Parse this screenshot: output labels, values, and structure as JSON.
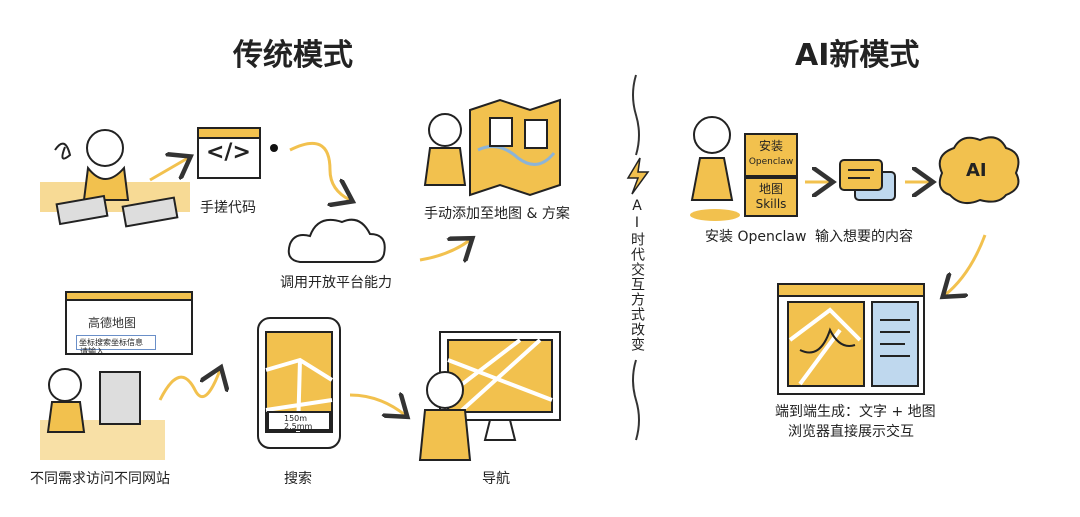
{
  "traditional": {
    "title": "传统模式",
    "steps": [
      {
        "label": "手搓代码",
        "code_glyph": "</>"
      },
      {
        "label": "调用开放平台能力"
      },
      {
        "label": "手动添加至地图 & 方案"
      },
      {
        "label": "不同需求访问不同网站",
        "browser": {
          "brand": "高德地图",
          "search_value": "坐标搜索坐标信息",
          "hint": "请输入"
        }
      },
      {
        "label": "搜索",
        "phone": {
          "distance": "150m",
          "distance2": "2.5mm"
        }
      },
      {
        "label": "导航"
      }
    ]
  },
  "divider": {
    "text": "AI时代交互方式改变",
    "icon": "lightning-icon"
  },
  "ai": {
    "title": "AI新模式",
    "boxes": [
      {
        "line1": "安装",
        "line2": "Openclaw"
      },
      {
        "line1": "地图",
        "line2": "Skills"
      }
    ],
    "steps": [
      {
        "label": "安装 Openclaw"
      },
      {
        "label": "输入想要的内容"
      },
      {
        "label": "AI"
      },
      {
        "label_line1": "端到端生成：文字 + 地图",
        "label_line2": "浏览器直接展示交互"
      }
    ]
  },
  "colors": {
    "accent": "#F2C14E",
    "ink": "#222222",
    "blue": "#BFD8EE"
  }
}
